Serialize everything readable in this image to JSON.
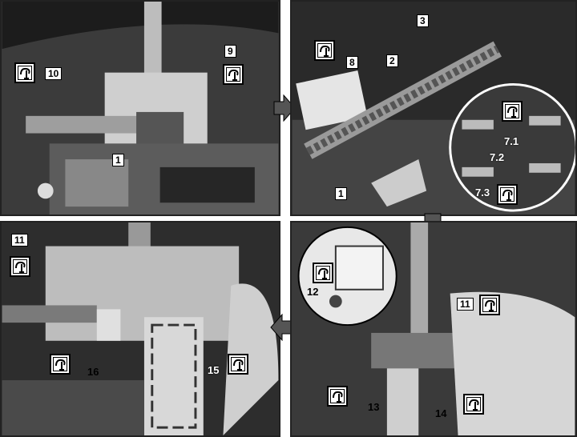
{
  "panels": [
    {
      "id": "top-left",
      "callouts": [
        "10",
        "9",
        "1"
      ]
    },
    {
      "id": "top-right",
      "callouts": [
        "3",
        "8",
        "2",
        "7.1",
        "7.2",
        "7.3",
        "1"
      ]
    },
    {
      "id": "bottom-left",
      "callouts": [
        "11",
        "16",
        "15"
      ]
    },
    {
      "id": "bottom-right",
      "callouts": [
        "12",
        "11",
        "13",
        "14"
      ]
    }
  ],
  "labels": {
    "p1_10": "10",
    "p1_9": "9",
    "p1_1": "1",
    "p2_3": "3",
    "p2_8": "8",
    "p2_2": "2",
    "p2_71": "7.1",
    "p2_72": "7.2",
    "p2_73": "7.3",
    "p2_1": "1",
    "p3_11": "11",
    "p3_16": "16",
    "p3_15": "15",
    "p4_12": "12",
    "p4_11": "11",
    "p4_13": "13",
    "p4_14": "14"
  },
  "icons": {
    "tool_symbol": "special-tool-icon",
    "flow_arrow": "flow-arrow-icon"
  }
}
